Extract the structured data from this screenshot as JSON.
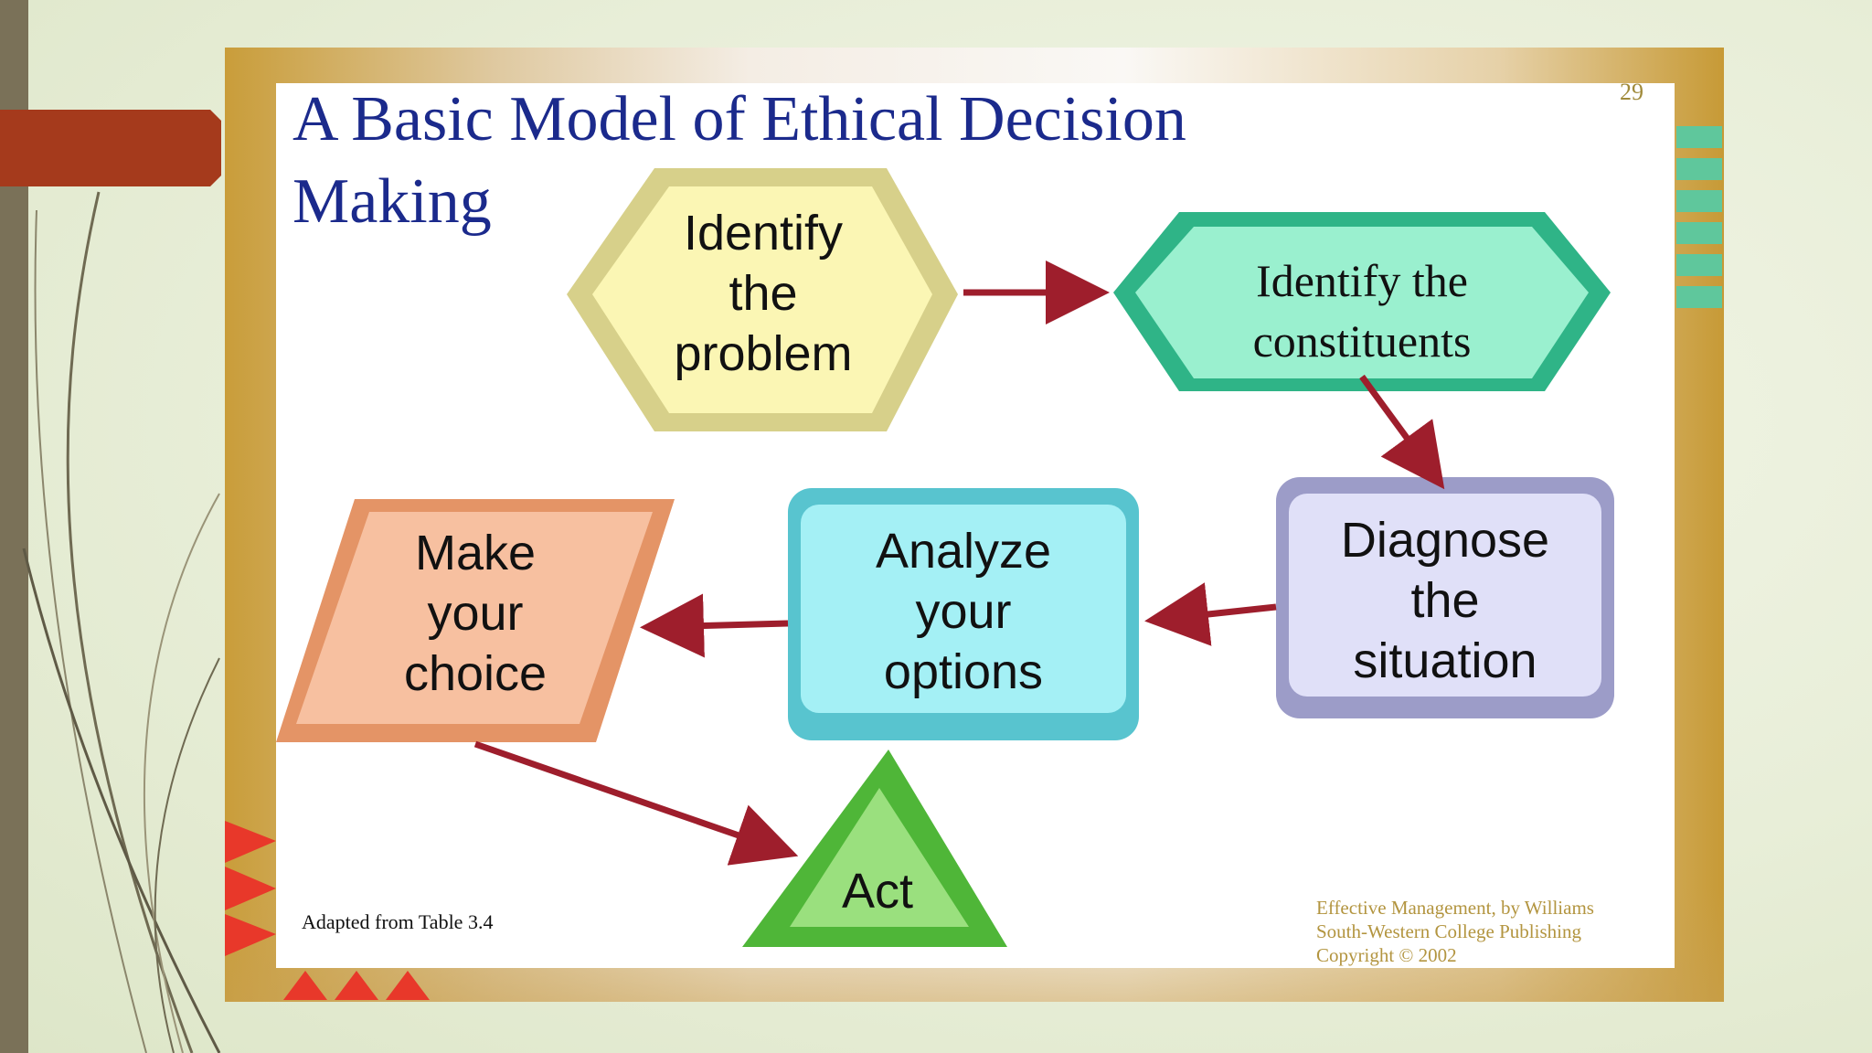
{
  "title_line1": "A Basic Model of Ethical Decision",
  "title_line2": "Making",
  "page_number": "29",
  "nodes": {
    "identify_problem": [
      "Identify",
      "the",
      "problem"
    ],
    "identify_constituents": [
      "Identify the",
      "constituents"
    ],
    "diagnose_situation": [
      "Diagnose",
      "the",
      "situation"
    ],
    "analyze_options": [
      "Analyze",
      "your",
      "options"
    ],
    "make_choice": [
      "Make",
      "your",
      "choice"
    ],
    "act": "Act"
  },
  "adapted_note": "Adapted from Table 3.4",
  "credits": [
    "Effective Management, by Williams",
    "South-Western College Publishing",
    "Copyright © 2002"
  ],
  "colors": {
    "title": "#1b2a8c",
    "arrow": "#9e1e2c",
    "hexagon_yellow": "#fbf6b4",
    "hexagon_green": "#5fd6ac",
    "box_lavender": "#d6d6f4",
    "box_cyan": "#8fe8ee",
    "parallelogram_orange": "#f2b08c",
    "triangle_green": "#6ecf50",
    "accent_red": "#a53a1c"
  }
}
